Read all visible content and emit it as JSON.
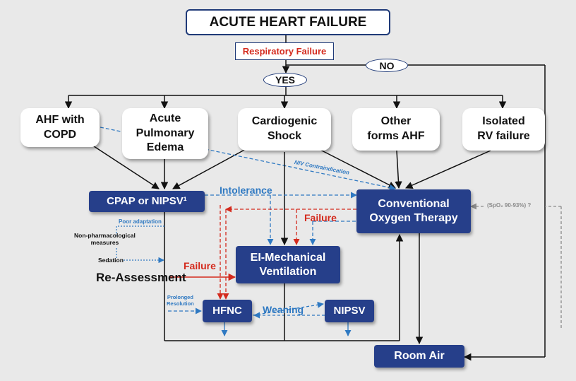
{
  "title": "ACUTE HEART FAILURE",
  "resp_failure": "Respiratory Failure",
  "yes": "YES",
  "no": "NO",
  "categories": [
    "AHF with\nCOPD",
    "Acute\nPulmonary\nEdema",
    "Cardiogenic\nShock",
    "Other\nforms AHF",
    "Isolated\nRV failure"
  ],
  "nodes": {
    "cpap": "CPAP  or  NIPSV¹",
    "cot": "Conventional\nOxygen Therapy",
    "mech": "EI-Mechanical\nVentilation",
    "hfnc": "HFNC",
    "nipsv": "NIPSV",
    "room_air": "Room Air"
  },
  "labels": {
    "niv_contra": "NIV Contraindication",
    "intolerance": "Intolerance",
    "failure1": "Failure",
    "failure2": "Failure",
    "spo2": "(SpO₂ 90-93%) ?",
    "poor_adaptation": "Poor adaptation",
    "non_pharm": "Non-pharmacological\nmeasures",
    "sedation": "Sedation",
    "reassessment": "Re-Assessment",
    "prolonged": "Prolonged\nResolution",
    "weaning": "Weaning"
  },
  "colors": {
    "dark_blue": "#263f8a",
    "blue_dashed": "#2f79c2",
    "red": "#d42a1d",
    "grey_dashed": "#8a8a8a",
    "background": "#e9e9e9"
  }
}
